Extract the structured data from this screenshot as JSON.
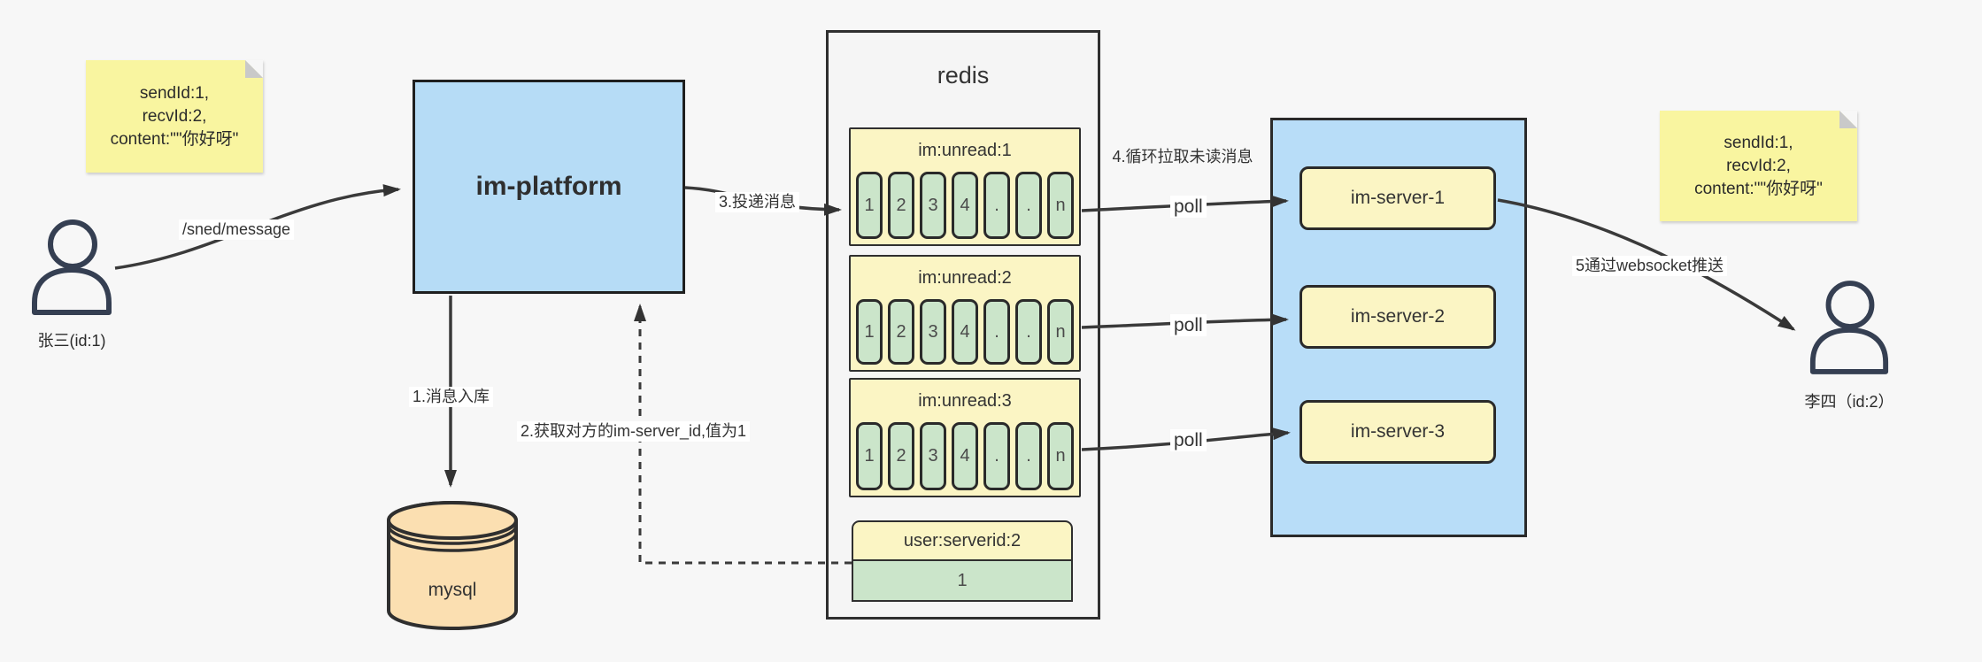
{
  "notes": {
    "left": {
      "lines": [
        "sendId:1,",
        "recvId:2,",
        "content:\"\"你好呀\""
      ]
    },
    "right": {
      "lines": [
        "sendId:1,",
        "recvId:2,",
        "content:\"\"你好呀\""
      ]
    }
  },
  "actors": {
    "sender": "张三(id:1)",
    "receiver": "李四（id:2）"
  },
  "platform": {
    "label": "im-platform"
  },
  "database": {
    "label": "mysql"
  },
  "redis": {
    "title": "redis",
    "queues": [
      {
        "header": "im:unread:1",
        "cells": [
          "1",
          "2",
          "3",
          "4",
          ".",
          ".",
          "n"
        ]
      },
      {
        "header": "im:unread:2",
        "cells": [
          "1",
          "2",
          "3",
          "4",
          ".",
          ".",
          "n"
        ]
      },
      {
        "header": "im:unread:3",
        "cells": [
          "1",
          "2",
          "3",
          "4",
          ".",
          ".",
          "n"
        ]
      }
    ],
    "mapping": {
      "header": "user:serverid:2",
      "value": "1"
    }
  },
  "servers": [
    "im-server-1",
    "im-server-2",
    "im-server-3"
  ],
  "labels": {
    "send_api": "/sned/message",
    "step1": "1.消息入库",
    "step2": "2.获取对方的im-server_id,值为1",
    "step3": "3.投递消息",
    "step4": "4.循环拉取未读消息",
    "step5": "5通过websocket推送",
    "poll": "poll"
  },
  "colors": {
    "background": "#f7f7f7",
    "platform_blue": "#b6dcf6",
    "cluster_blue": "#b8ddf8",
    "note_yellow": "#f9f5a0",
    "box_yellow": "#fbf5c4",
    "cell_green": "#cbe5ca",
    "mysql_orange": "#fbdfb1",
    "stroke_dark": "#2f2f2f",
    "person_stroke": "#353f52"
  }
}
